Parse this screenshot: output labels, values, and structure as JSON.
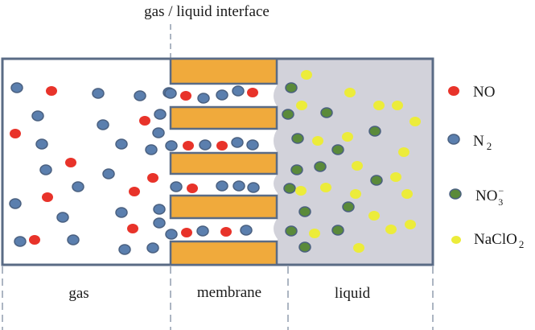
{
  "diagram": {
    "top_label": "gas / liquid interface",
    "regions": [
      {
        "key": "gas",
        "label": "gas"
      },
      {
        "key": "membrane",
        "label": "membrane"
      },
      {
        "key": "liquid",
        "label": "liquid"
      }
    ],
    "legend": [
      {
        "key": "NO",
        "label": "NO",
        "sub": "",
        "sup": "",
        "color": "#e8332a",
        "stroke": "#e8332a"
      },
      {
        "key": "N2",
        "label": "N",
        "sub": "2",
        "sup": "",
        "color": "#5b7fae",
        "stroke": "#4a6080"
      },
      {
        "key": "NO3",
        "label": "NO",
        "sub": "3",
        "sup": "−",
        "color": "#5a8a3a",
        "stroke": "#4a6080"
      },
      {
        "key": "NaClO2",
        "label": "NaClO",
        "sub": "2",
        "sup": "",
        "color": "#ecec3a",
        "stroke": "#ecec3a"
      }
    ],
    "colors": {
      "frame": "#5a6b85",
      "membrane_fill": "#f0aa3c",
      "liquid_fill": "#d2d2da",
      "gas_fill": "#ffffff"
    }
  }
}
